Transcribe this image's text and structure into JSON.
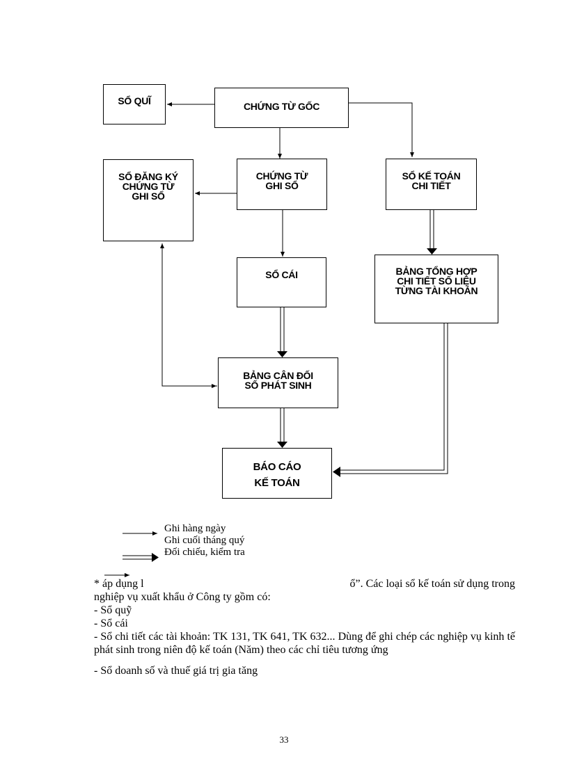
{
  "diagram": {
    "boxes": {
      "so_qui": [
        "SỔ QUĨ"
      ],
      "chung_tu_goc": [
        "CHỨNG TỪ GỐC"
      ],
      "so_dang_ky": [
        "SỔ ĐĂNG KÝ",
        "CHỨNG TỪ",
        "GHI SỔ"
      ],
      "chung_tu_ghi_so": [
        "CHỨNG TỪ",
        "GHI SỔ"
      ],
      "so_ke_toan_chi_tiet": [
        "SỔ KẾ TOÁN",
        "CHI TIẾT"
      ],
      "so_cai": [
        "SỔ CÁI"
      ],
      "bang_tong_hop": [
        "BẢNG TỔNG HỢP",
        "CHI TIẾT SỐ LIỆU",
        "TỪNG TÀI KHOẢN"
      ],
      "bang_can_doi": [
        "BẢNG CÂN ĐỐI",
        "SỐ PHÁT SINH"
      ],
      "bao_cao": [
        "BÁO CÁO",
        "KẾ TOÁN"
      ]
    }
  },
  "legend": {
    "daily": "Ghi hàng ngày",
    "end_period": "Ghi cuối tháng quý",
    "reconcile": "Đối chiếu, kiểm tra"
  },
  "body": {
    "intro_left": "* áp dụng l",
    "intro_right": "ổ”. Các loại sổ kế toán sử dụng trong",
    "intro_cont": "nghiệp vụ xuất khẩu ở Công ty gồm có:",
    "items": [
      "- Sổ quỹ",
      "- Sổ cái",
      "- Sổ chi tiết các tài khoản: TK 131, TK 641, TK 632... Dùng để ghi chép các nghiệp vụ kinh tế phát sinh trong niên độ kế toán (Năm) theo các chỉ tiêu tương ứng"
    ],
    "last_item": "- Sổ doanh số và thuế giá trị gia tăng"
  },
  "page_number": "33"
}
